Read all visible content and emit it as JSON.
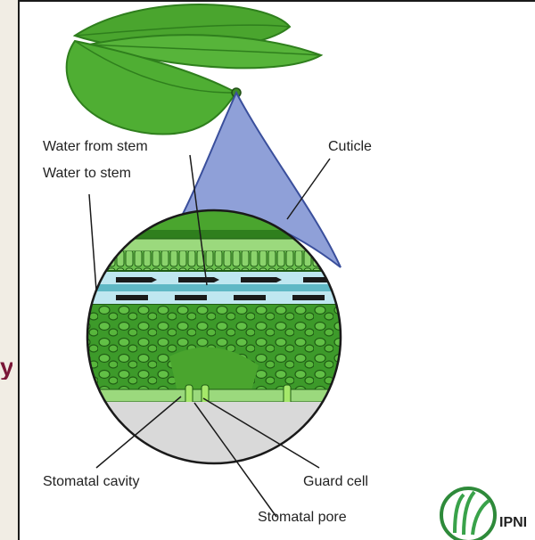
{
  "labels": {
    "water_from_stem": "Water from stem",
    "water_to_stem": "Water to stem",
    "cuticle": "Cuticle",
    "stomatal_cavity": "Stomatal cavity",
    "guard_cell": "Guard cell",
    "stomatal_pore": "Stomatal pore"
  },
  "logo": {
    "text": "IPNI"
  },
  "side_text": "y",
  "colors": {
    "leaf": "#4aa52e",
    "leaf_dark": "#2f7f1d",
    "cross_section": "#3f9a2d",
    "vein": "#bfe7f0",
    "blue_flap": "#8fa0d8",
    "brand": "#7a1637"
  }
}
